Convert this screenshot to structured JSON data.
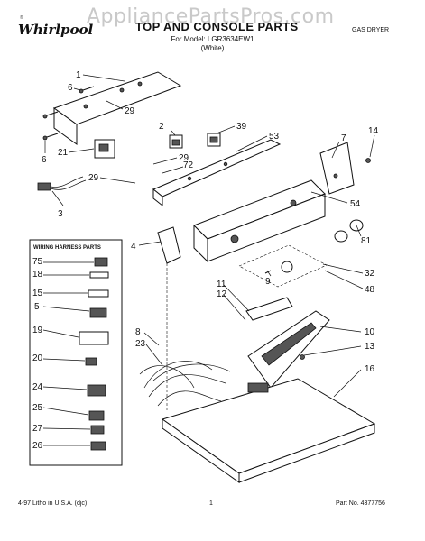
{
  "watermark": "AppliancePartsPros.com",
  "brand": {
    "name": "Whirlpool",
    "registered": "reg"
  },
  "header": {
    "title": "TOP AND CONSOLE PARTS",
    "model": "For Model: LGR3634EW1",
    "color": "(White)",
    "appliance_type": "GAS DRYER"
  },
  "inset": {
    "title": "WIRING HARNESS PARTS",
    "callouts": [
      "75",
      "18",
      "15",
      "5",
      "19",
      "20",
      "24",
      "25",
      "27",
      "26"
    ]
  },
  "callouts": [
    "1",
    "6",
    "29",
    "6",
    "21",
    "29",
    "3",
    "2",
    "39",
    "29",
    "72",
    "53",
    "7",
    "14",
    "54",
    "4",
    "81",
    "9",
    "32",
    "48",
    "11",
    "12",
    "8",
    "23",
    "10",
    "13",
    "16"
  ],
  "footer": {
    "litho": "4-97 Litho in U.S.A. (djc)",
    "page": "1",
    "part_number": "Part No. 4377756"
  }
}
